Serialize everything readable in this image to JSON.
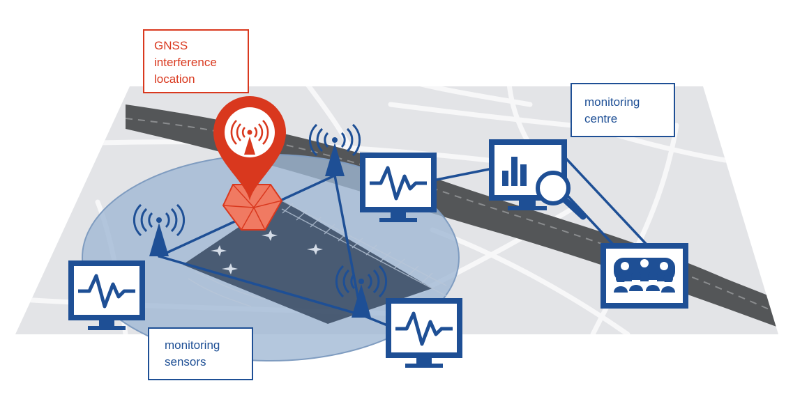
{
  "colors": {
    "red": "#d9381e",
    "blue": "#1e4f95",
    "blue_light": "#9fb7d3",
    "map_bg": "#e3e4e7",
    "road": "#f7f7f8",
    "highway": "#545658",
    "airport": "#3e5068"
  },
  "labels": {
    "gnss": [
      "GNSS",
      "interference",
      "location"
    ],
    "centre": [
      "monitoring",
      "centre"
    ],
    "sensors": [
      "monitoring",
      "sensors"
    ]
  },
  "icons": {
    "interference_pin": "broadcast-tower-pin-icon",
    "sensor": "antenna-tower-icon",
    "monitor": "waveform-monitor-icon",
    "analytics": "bar-chart-magnifier-icon",
    "operators": "operators-team-icon"
  }
}
